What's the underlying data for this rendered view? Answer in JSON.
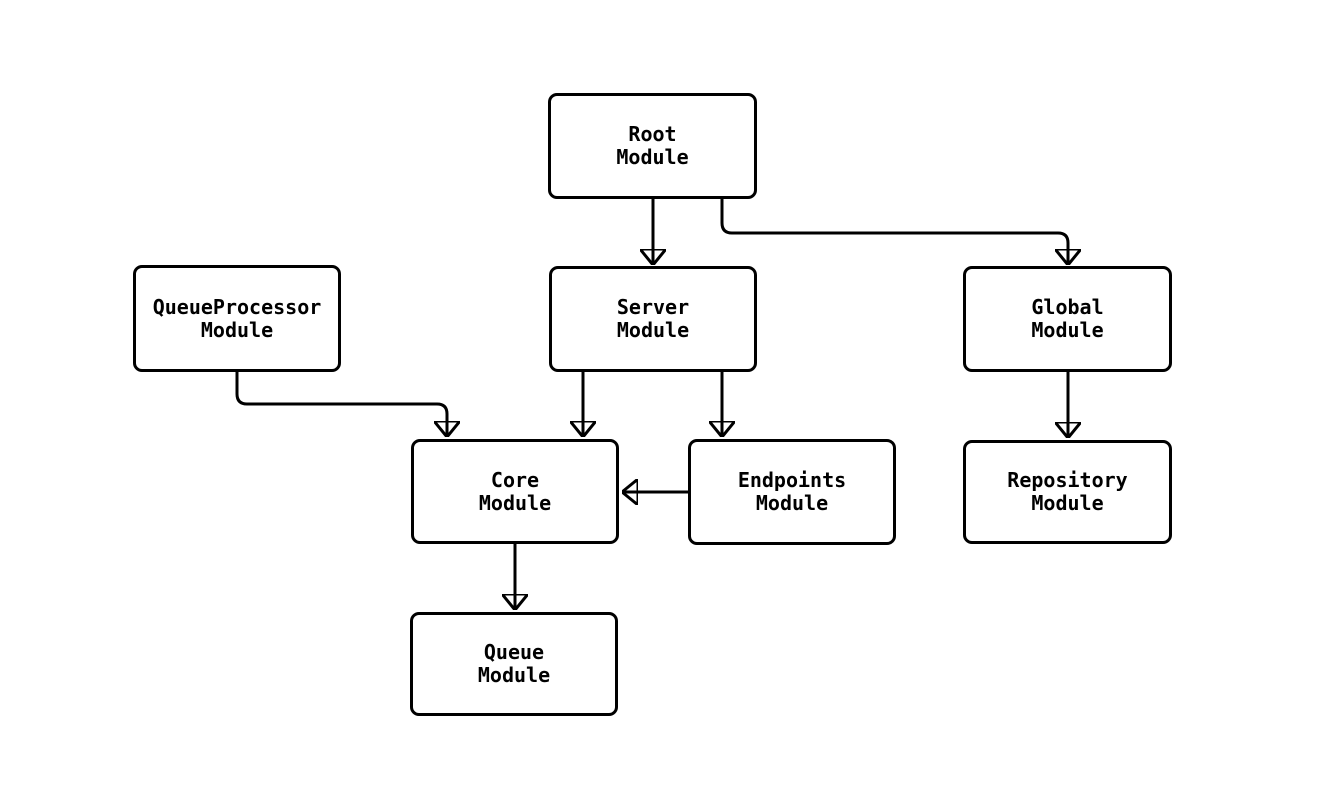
{
  "diagram": {
    "type": "flowchart",
    "colors": {
      "background": "#ffffff",
      "node_fill": "#ffffff",
      "node_border": "#000000",
      "edge_stroke": "#000000",
      "text": "#000000"
    },
    "nodes": [
      {
        "id": "root",
        "line1": "Root",
        "line2": "Module"
      },
      {
        "id": "queueprocessor",
        "line1": "QueueProcessor",
        "line2": "Module"
      },
      {
        "id": "server",
        "line1": "Server",
        "line2": "Module"
      },
      {
        "id": "global",
        "line1": "Global",
        "line2": "Module"
      },
      {
        "id": "core",
        "line1": "Core",
        "line2": "Module"
      },
      {
        "id": "endpoints",
        "line1": "Endpoints",
        "line2": "Module"
      },
      {
        "id": "repository",
        "line1": "Repository",
        "line2": "Module"
      },
      {
        "id": "queue",
        "line1": "Queue",
        "line2": "Module"
      }
    ],
    "edges": [
      {
        "from": "Root Module",
        "to": "Server Module"
      },
      {
        "from": "Root Module",
        "to": "Global Module"
      },
      {
        "from": "QueueProcessor Module",
        "to": "Core Module"
      },
      {
        "from": "Server Module",
        "to": "Core Module"
      },
      {
        "from": "Server Module",
        "to": "Endpoints Module"
      },
      {
        "from": "Endpoints Module",
        "to": "Core Module"
      },
      {
        "from": "Core Module",
        "to": "Queue Module"
      },
      {
        "from": "Global Module",
        "to": "Repository Module"
      }
    ]
  }
}
